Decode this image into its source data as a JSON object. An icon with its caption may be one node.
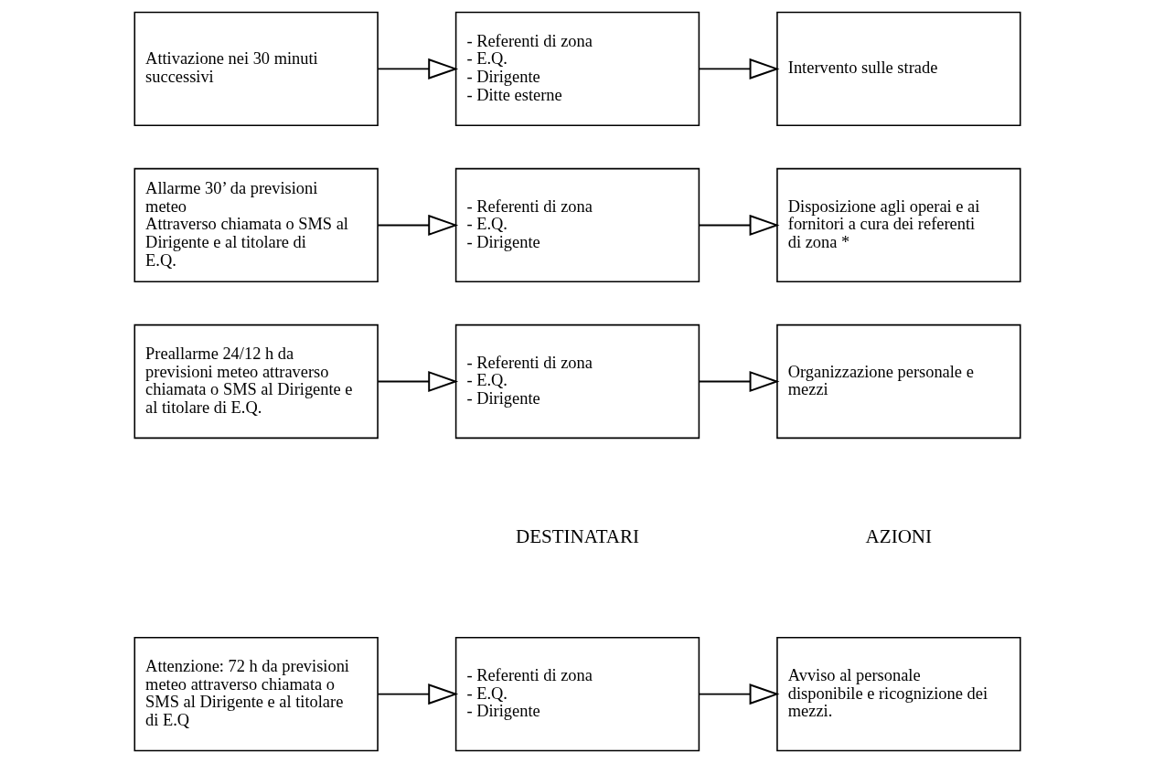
{
  "diagram": {
    "nodes": [
      {
        "text": [
          "Attenzione: 72 h da previsioni meteo attraverso chiamata o SMS al Dirigente e al titolare di E.Q"
        ]
      },
      {
        "text": [
          "- Referenti di zona",
          "- E.Q.",
          "- Dirigente"
        ]
      },
      {
        "text": [
          "Avviso al personale disponibile e ricognizione dei mezzi."
        ]
      },
      {
        "text": [
          "Preallarme 24/12 h da previsioni meteo attraverso chiamata o SMS al Dirigente e al titolare di E.Q."
        ]
      },
      {
        "text": [
          "- Referenti di zona",
          "- E.Q.",
          "- Dirigente"
        ]
      },
      {
        "text": [
          "Organizzazione personale e mezzi"
        ]
      },
      {
        "text": [
          "Allarme 30’ da previsioni meteo",
          "Attraverso chiamata o SMS al Dirigente e al titolare di E.Q."
        ]
      },
      {
        "text": [
          "- Referenti di zona",
          "- E.Q.",
          "- Dirigente"
        ]
      },
      {
        "text": [
          "Disposizione agli operai e ai fornitori a cura dei referenti di zona *"
        ]
      },
      {
        "text": [
          "Attivazione nei 30 minuti successivi"
        ]
      },
      {
        "text": [
          "- Referenti di zona",
          "- E.Q.",
          "- Dirigente",
          "- Ditte esterne"
        ]
      },
      {
        "text": [
          "Intervento sulle strade"
        ]
      }
    ],
    "edges": [
      {
        "from": 0,
        "to": 1,
        "arrow": "to"
      },
      {
        "from": 1,
        "to": 2,
        "arrow": "to"
      },
      {
        "from": 3,
        "to": 4,
        "arrow": "to"
      },
      {
        "from": 4,
        "to": 5,
        "arrow": "to"
      },
      {
        "from": 6,
        "to": 7,
        "arrow": "to"
      },
      {
        "from": 7,
        "to": 8,
        "arrow": "to"
      },
      {
        "from": 9,
        "to": 10,
        "arrow": "to"
      },
      {
        "from": 10,
        "to": 11,
        "arrow": "to"
      }
    ],
    "labels": [
      "DESTINATARI",
      "AZIONI"
    ]
  }
}
